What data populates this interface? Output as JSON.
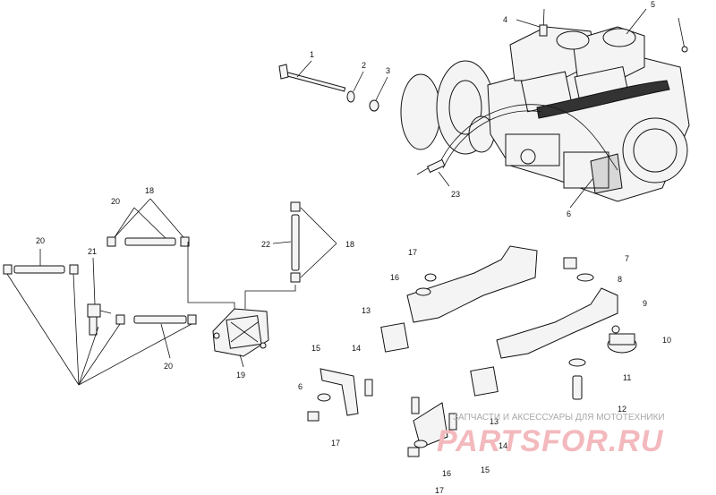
{
  "callouts": {
    "c1": "1",
    "c2": "2",
    "c3": "3",
    "c4": "4",
    "c5": "5",
    "c6a": "6",
    "c6b": "6",
    "c7": "7",
    "c8": "8",
    "c9": "9",
    "c10": "10",
    "c11": "11",
    "c12": "12",
    "c13a": "13",
    "c13b": "13",
    "c14a": "14",
    "c14b": "14",
    "c15a": "15",
    "c15b": "15",
    "c16a": "16",
    "c16b": "16",
    "c17a": "17",
    "c17b": "17",
    "c17c": "17",
    "c18a": "18",
    "c18b": "18",
    "c19": "19",
    "c20a": "20",
    "c20b": "20",
    "c20c": "20",
    "c21": "21",
    "c22": "22",
    "c23": "23"
  },
  "watermark": {
    "tagline": "ЗАПЧАСТИ И АКСЕССУАРЫ ДЛЯ МОТОТЕХНИКИ",
    "logo": "PARTSFOR.RU"
  }
}
